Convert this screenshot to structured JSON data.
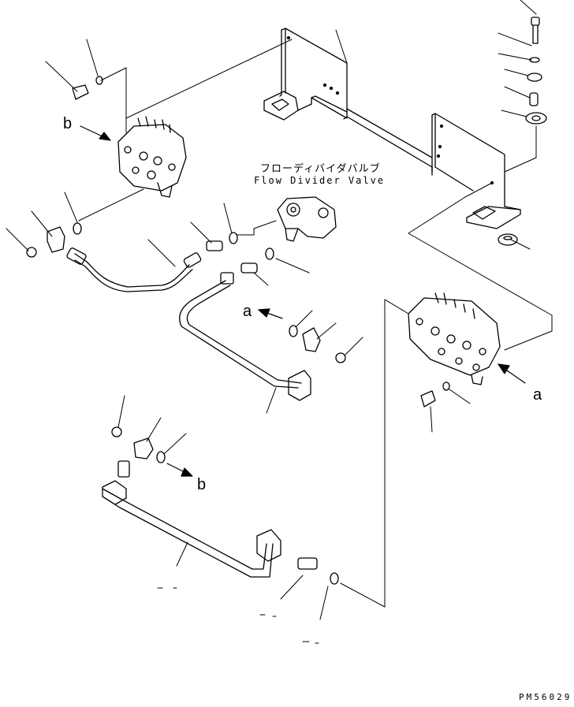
{
  "labels": {
    "flow_divider_jp": "フローディバイダバルブ",
    "flow_divider_en": "Flow Divider Valve",
    "ref_a_top": "a",
    "ref_a_right": "a",
    "ref_b_top": "b",
    "ref_b_bottom": "b",
    "drawing_code": "PM56029"
  }
}
